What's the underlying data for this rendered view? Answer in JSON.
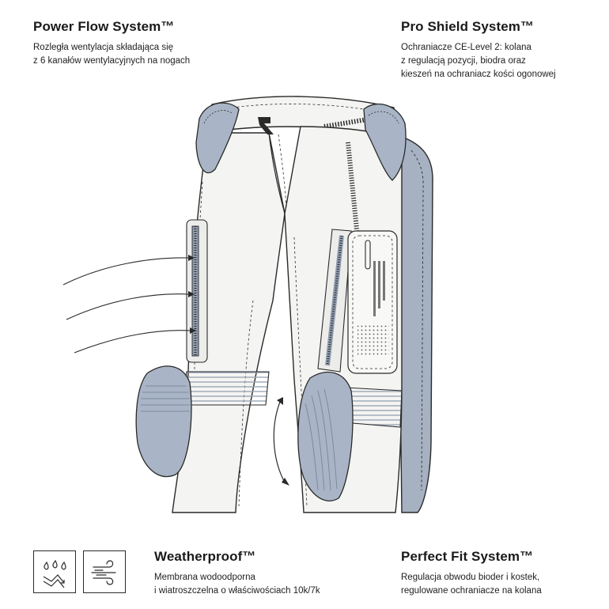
{
  "features": {
    "power_flow": {
      "title": "Power Flow System™",
      "lines": [
        "Rozległa wentylacja składająca się",
        "z 6 kanałów wentylacyjnych na nogach"
      ]
    },
    "pro_shield": {
      "title": "Pro Shield System™",
      "lines": [
        "Ochraniacze CE-Level 2: kolana",
        "z regulacją pozycji, biodra oraz",
        "kieszeń na ochraniacz kości ogonowej"
      ]
    },
    "weatherproof": {
      "title": "Weatherproof™",
      "lines": [
        "Membrana wodoodporna",
        "i wiatroszczelna o właściwościach 10k/7k"
      ]
    },
    "perfect_fit": {
      "title": "Perfect Fit System™",
      "lines": [
        "Regulacja obwodu bioder i kostek,",
        "regulowane ochraniacze na kolana"
      ]
    }
  },
  "icons": {
    "badge_left": "water-drops-icon",
    "badge_right": "wind-icon"
  },
  "colors": {
    "armor": "#a9b5c6",
    "armor_dark": "#8b98ab",
    "panel": "#f2f2f0",
    "outline": "#2a2a2a"
  }
}
